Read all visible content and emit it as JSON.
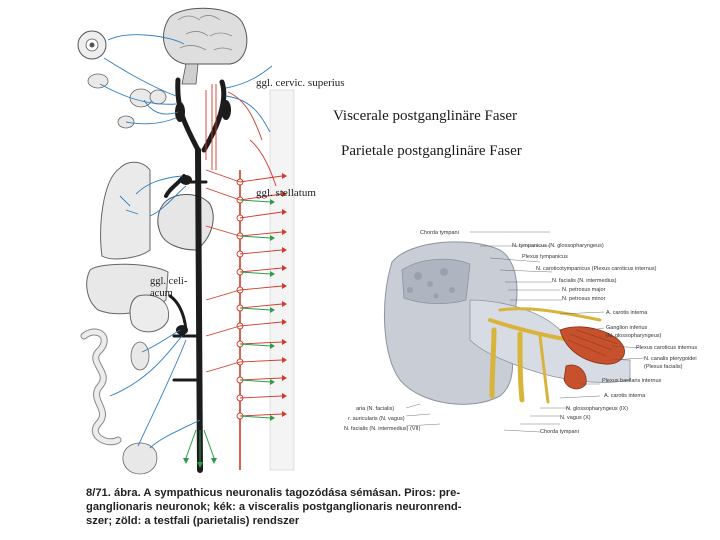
{
  "labels": {
    "viscerale": "Viscerale postganglinäre Faser",
    "parietale": "Parietale postganglinäre Faser",
    "ggl_cervic": "ggl. cervic. superius",
    "ggl_stellatum": "ggl. stellatum",
    "ggl_celi_1": "ggl. celi-",
    "ggl_celi_2": "acum"
  },
  "caption": {
    "line1": "8/71. ábra. A sympathicus neuronalis tagozódása sémásan. Piros: pre-",
    "line2": "ganglionaris neuronok; kék: a visceralis postganglionaris neuronrend-",
    "line3": "szer; zöld: a testfali (parietalis) rendszer"
  },
  "ear_labels": {
    "right": [
      "Chorda tympani",
      "N. tympanicus (N. glossopharyngeus)",
      "Plexus tympanicus",
      "N. caroticotympanicus (Plexus caroticus internus)",
      "N. facialis (N. intermedius)",
      "N. petrosus major",
      "N. petrosus minor",
      "A. carotis interna",
      "Ganglion inferius",
      "(N. glossopharyngeus)",
      "Plexus caroticus internus",
      "N. canalis pterygoidei",
      "(Plexus facialis)",
      "Plexus basilaris internus",
      "A. carotis interna",
      "N. glossopharyngeus (IX)",
      "N. vagus (X)",
      "Chorda tympani"
    ],
    "left": [
      "aria (N. facialis)",
      "r. auricularis (N. vagus)",
      "N. facialis (N. intermedius) (VII)"
    ]
  },
  "colors": {
    "red": "#d23a2c",
    "blue": "#2f7fc2",
    "green": "#2e9a4a",
    "black": "#1c1c1c",
    "organ_fill": "#e9e9e9"
  }
}
